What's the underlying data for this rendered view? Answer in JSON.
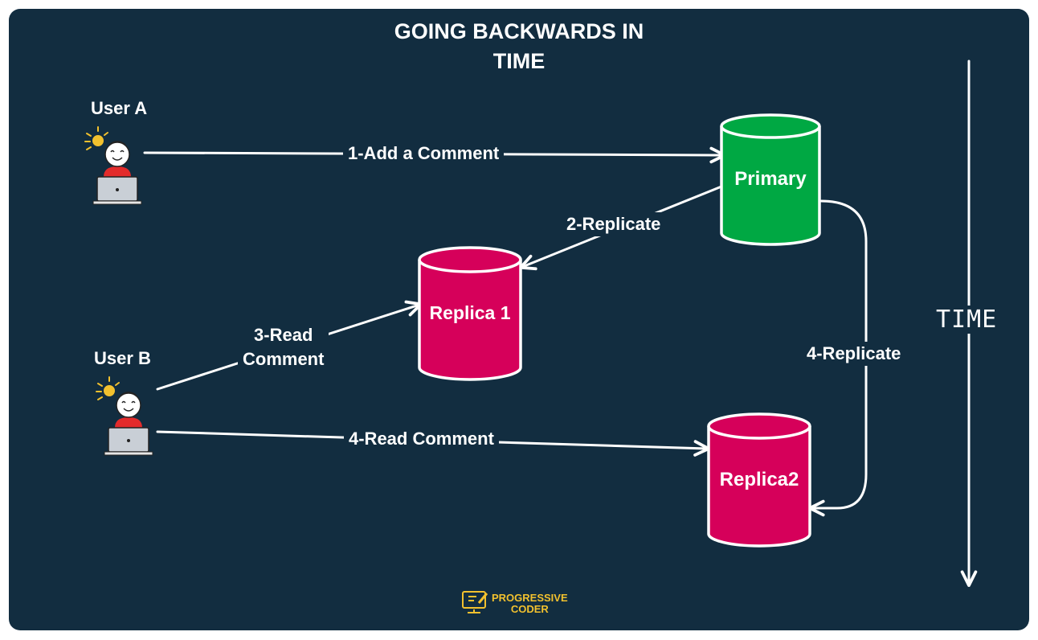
{
  "title": {
    "line1": "GOING BACKWARDS IN",
    "line2": "TIME"
  },
  "users": {
    "a": "User A",
    "b": "User B"
  },
  "databases": {
    "primary": "Primary",
    "replica1": "Replica 1",
    "replica2": "Replica2"
  },
  "edges": {
    "add_comment": "1-Add a Comment",
    "replicate_2": "2-Replicate",
    "read_comment_3_line1": "3-Read",
    "read_comment_3_line2": "Comment",
    "read_comment_4": "4-Read Comment",
    "replicate_4": "4-Replicate"
  },
  "time_axis": {
    "label": "TIME"
  },
  "logo": {
    "line1": "PROGRESSIVE",
    "line2": "CODER"
  },
  "colors": {
    "background": "#122d40",
    "primary_db": "#00a843",
    "replica_db": "#d6005a",
    "logo": "#f2c12e",
    "user_shirt": "#e32b2b"
  },
  "icons": {
    "user": "person-at-laptop-icon",
    "idea": "lightbulb-icon",
    "logo": "laptop-pen-icon"
  }
}
